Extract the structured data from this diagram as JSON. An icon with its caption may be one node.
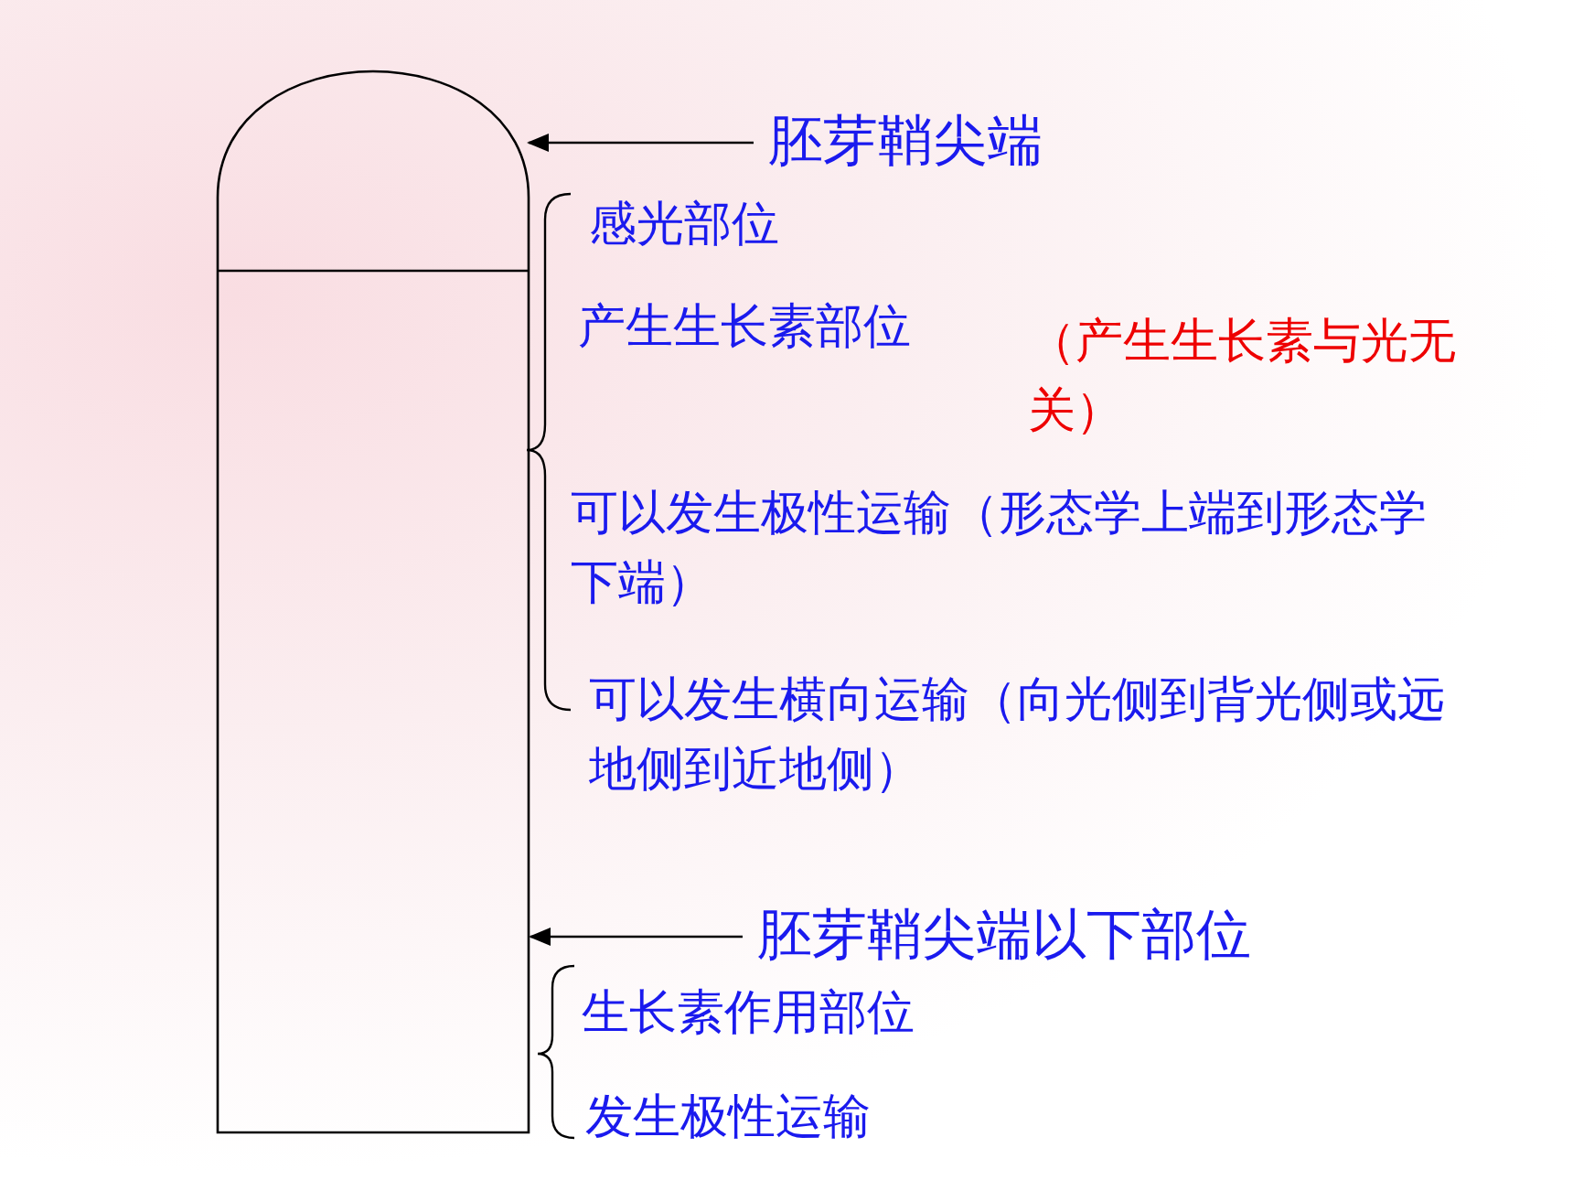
{
  "diagram": {
    "nodes": [
      {
        "text": [],
        "shape": "dome"
      },
      {
        "text": [],
        "shape": "box"
      },
      {
        "text": [
          "胚芽鞘尖端"
        ]
      },
      {
        "text": [
          "胚芽鞘尖端以下部位"
        ]
      }
    ],
    "edges": [
      {
        "from": 2,
        "to": 0,
        "arrow": "to"
      },
      {
        "from": 3,
        "to": 1,
        "arrow": "to"
      }
    ],
    "labels": [
      "感光部位",
      "产生生长素部位",
      "（产生生长素与光无关）",
      "可以发生极性运输（形态学上端到形态学下端）",
      "可以发生横向运输（向光侧到背光侧或远地侧到近地侧）",
      "生长素作用部位",
      "发生极性运输"
    ]
  }
}
